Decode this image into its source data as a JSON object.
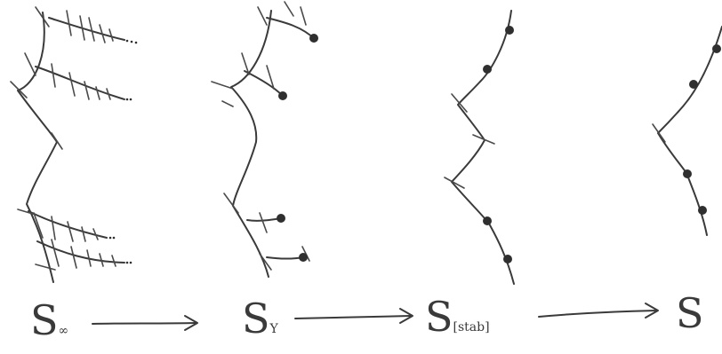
{
  "labels": {
    "s_inf": {
      "main": "S",
      "sub": "∞"
    },
    "s_y": {
      "main": "S",
      "sub": "Y"
    },
    "s_stab": {
      "main": "S",
      "sub": "[stab]"
    },
    "s": {
      "main": "S",
      "sub": ""
    }
  }
}
